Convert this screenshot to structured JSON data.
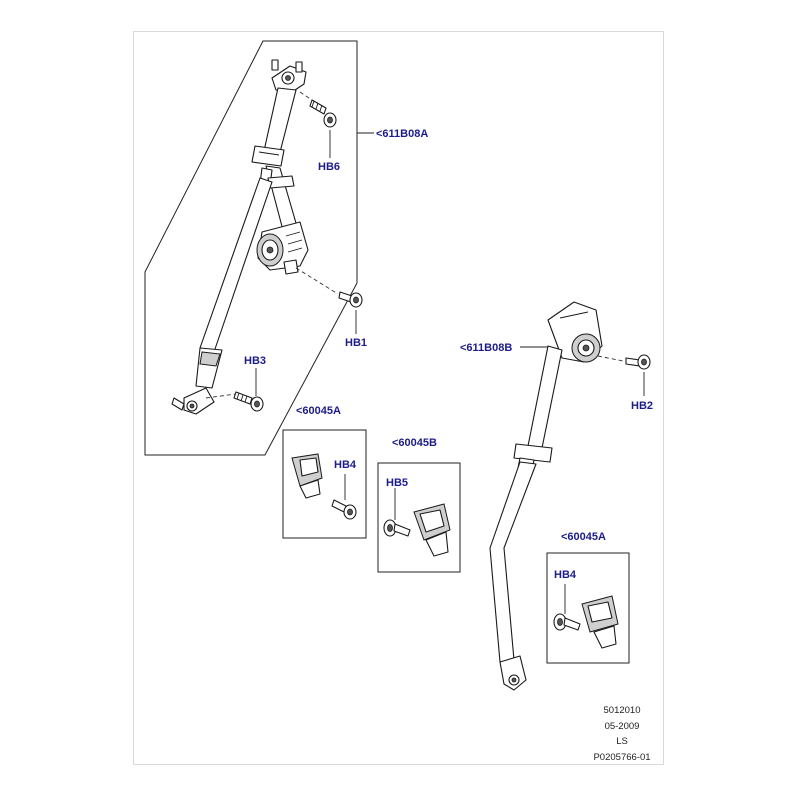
{
  "callouts": {
    "seatbelt_front": "<611B08A",
    "seatbelt_rear": "<611B08B",
    "buckle_a_left": "<60045A",
    "buckle_b": "<60045B",
    "buckle_a_right": "<60045A"
  },
  "fasteners": {
    "hb6": "HB6",
    "hb1": "HB1",
    "hb3": "HB3",
    "hb4_left": "HB4",
    "hb5": "HB5",
    "hb2": "HB2",
    "hb4_right": "HB4"
  },
  "reference": {
    "line1": "5012010",
    "line2": "05-2009",
    "line3": "LS",
    "line4": "P0205766-01"
  }
}
